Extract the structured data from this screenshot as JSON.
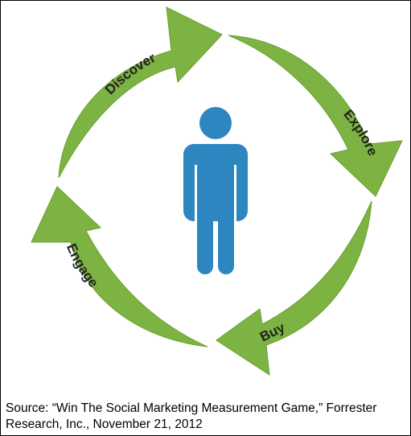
{
  "diagram": {
    "stages": [
      {
        "label": "Discover"
      },
      {
        "label": "Explore"
      },
      {
        "label": "Buy"
      },
      {
        "label": "Engage"
      }
    ],
    "colors": {
      "arrow": "#7CB342",
      "arrow_stroke": "#6AA02F",
      "person": "#2E86C1",
      "label": "#222222"
    },
    "center_icon": "person-icon"
  },
  "caption": {
    "line1": "Source: “Win The Social Marketing Measurement Game,” Forrester",
    "line2": "Research, Inc., November 21, 2012"
  }
}
